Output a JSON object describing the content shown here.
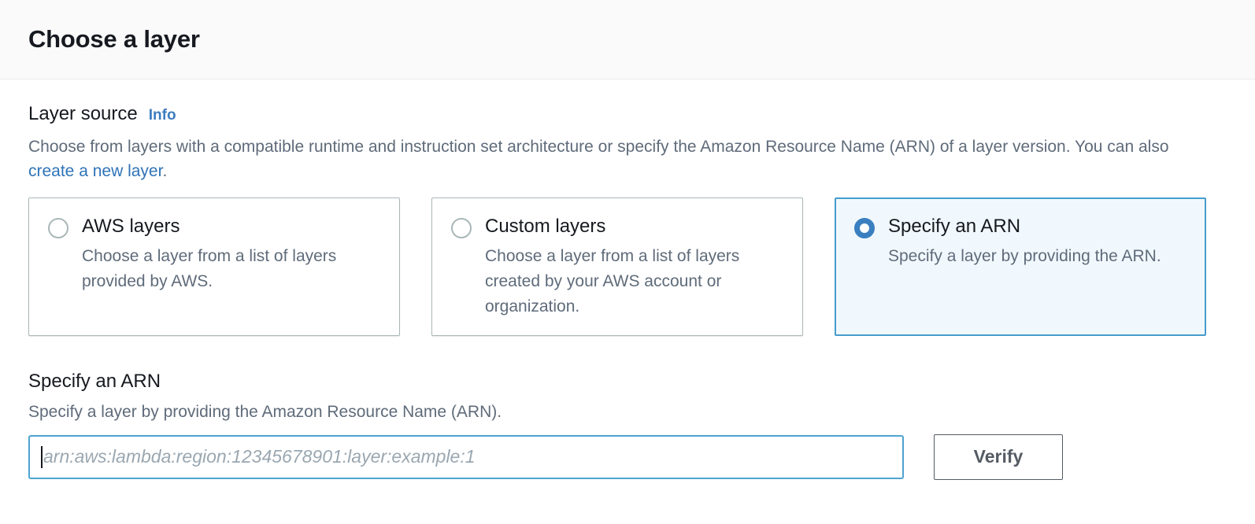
{
  "header": {
    "title": "Choose a layer"
  },
  "layer_source": {
    "label": "Layer source",
    "info_label": "Info",
    "description_part1": "Choose from layers with a compatible runtime and instruction set architecture or specify the Amazon Resource Name (ARN) of a layer version. You can also ",
    "description_link": "create a new layer",
    "description_part2": ".",
    "options": [
      {
        "title": "AWS layers",
        "description": "Choose a layer from a list of layers provided by AWS.",
        "selected": false
      },
      {
        "title": "Custom layers",
        "description": "Choose a layer from a list of layers created by your AWS account or organization.",
        "selected": false
      },
      {
        "title": "Specify an ARN",
        "description": "Specify a layer by providing the ARN.",
        "selected": true
      }
    ]
  },
  "arn_section": {
    "heading": "Specify an ARN",
    "description": "Specify a layer by providing the Amazon Resource Name (ARN).",
    "input_value": "",
    "input_placeholder": "arn:aws:lambda:region:12345678901:layer:example:1",
    "verify_label": "Verify"
  },
  "colors": {
    "accent_blue": "#3a7fbf",
    "link_blue": "#2f73b8",
    "selected_border": "#469ccd",
    "selected_fill": "#f1f8fd",
    "input_focus_border": "#4ea3d1",
    "tile_border": "#aab7b8",
    "button_border": "#545b64",
    "text_primary": "#16191f",
    "text_secondary": "#5f6b7a",
    "header_bg": "#fafafa"
  }
}
